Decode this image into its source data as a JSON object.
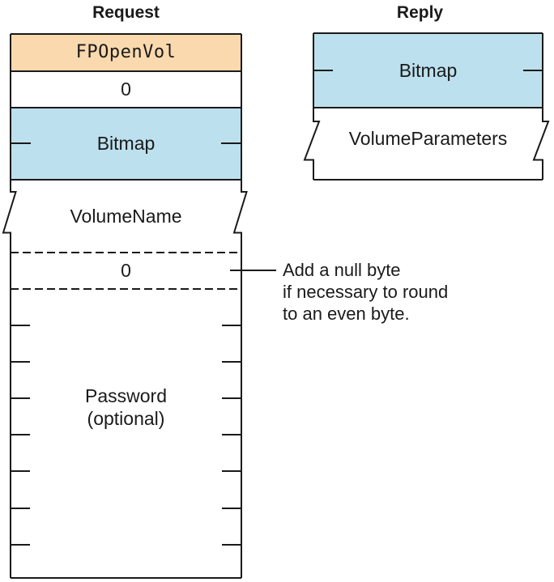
{
  "colors": {
    "command_fill": "#FAD9AE",
    "bitmap_fill": "#BCE0EE",
    "line": "#1A1A1A",
    "background": "#FFFFFF"
  },
  "request": {
    "title": "Request",
    "fields": {
      "command": "FPOpenVol",
      "pad": "0",
      "bitmap": "Bitmap",
      "volume_name": "VolumeName",
      "null_byte": "0",
      "password_line1": "Password",
      "password_line2": "(optional)"
    }
  },
  "reply": {
    "title": "Reply",
    "fields": {
      "bitmap": "Bitmap",
      "volume_parameters": "VolumeParameters"
    }
  },
  "annotation": {
    "line1": "Add a null byte",
    "line2": "if necessary to round",
    "line3": "to an even byte."
  }
}
